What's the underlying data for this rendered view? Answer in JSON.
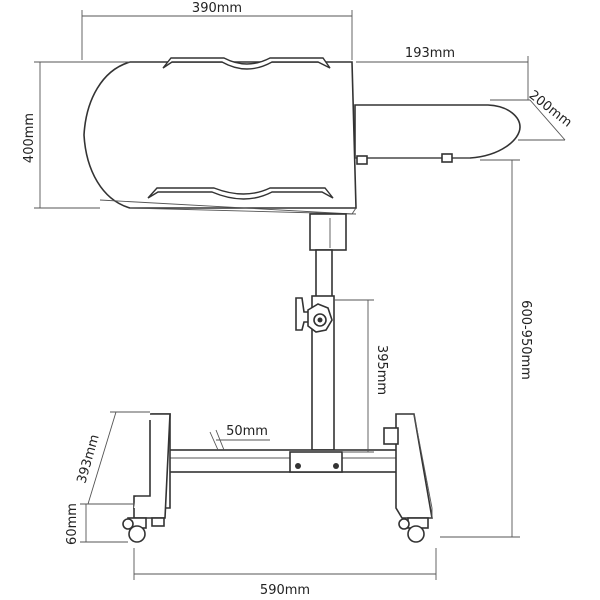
{
  "dimensions": {
    "top_width": "390mm",
    "side_tray_length": "193mm",
    "side_tray_width": "200mm",
    "top_depth": "400mm",
    "height_range": "600-950mm",
    "adjust_travel": "395mm",
    "leg_length": "393mm",
    "tube_width": "50mm",
    "caster_height": "60mm",
    "base_width": "590mm"
  }
}
